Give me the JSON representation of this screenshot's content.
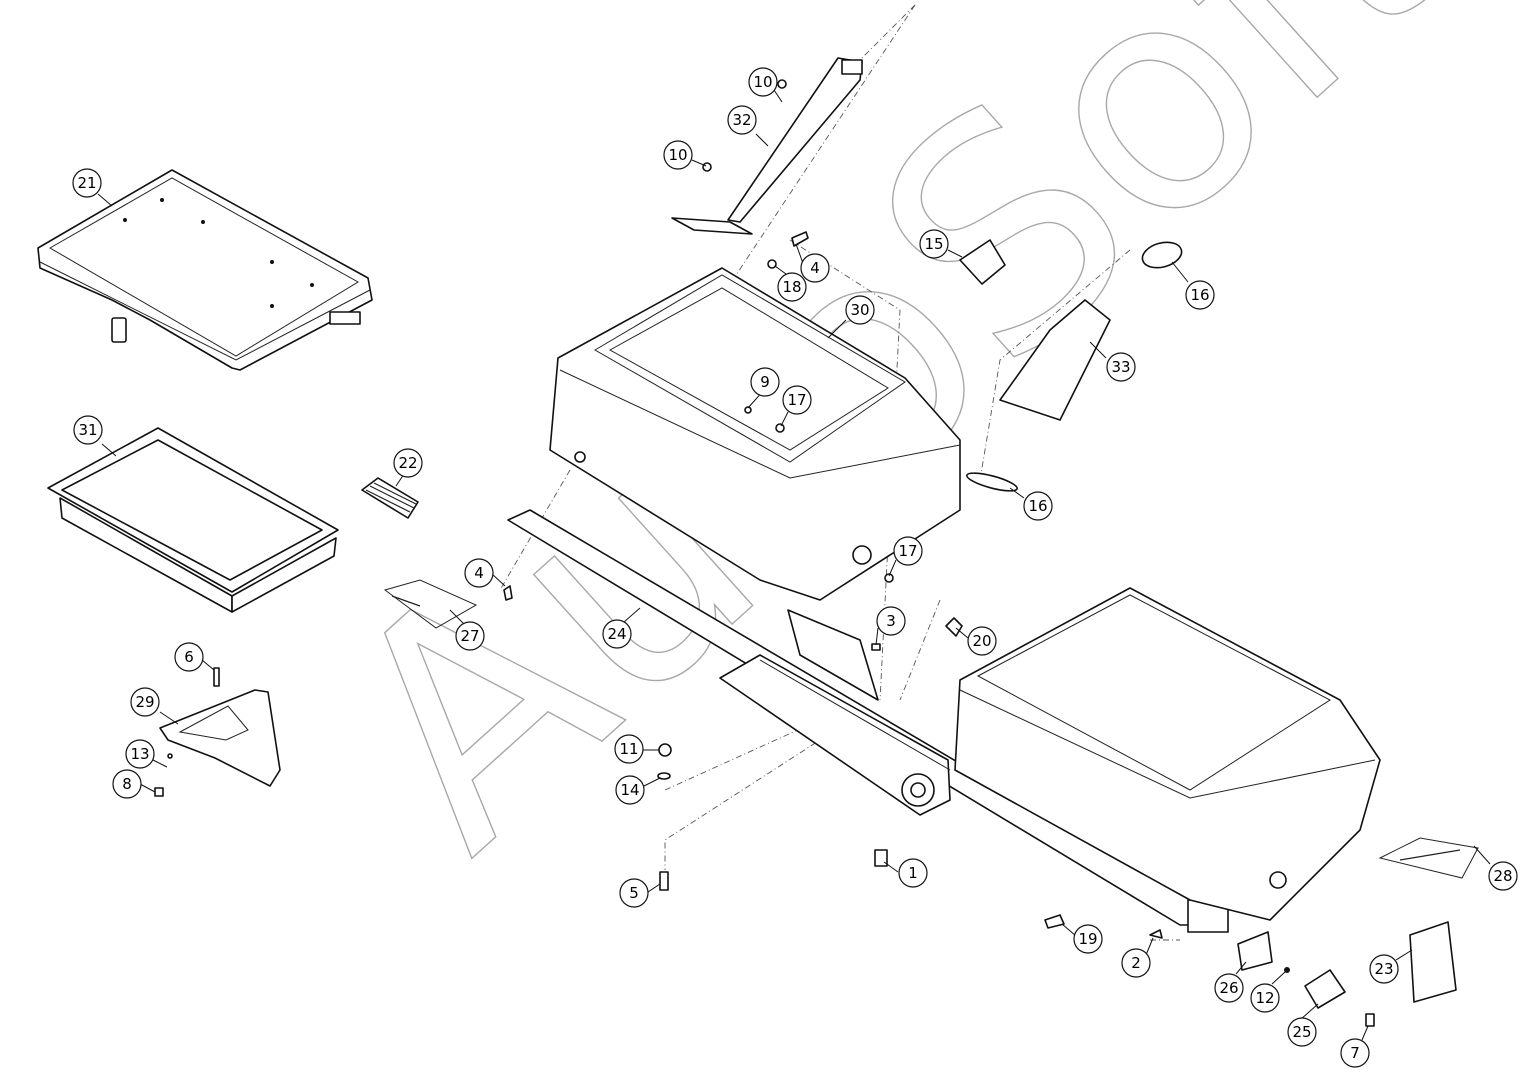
{
  "watermark": "AutoSoft",
  "callouts": [
    {
      "id": "c1",
      "label": "1"
    },
    {
      "id": "c2",
      "label": "2"
    },
    {
      "id": "c3",
      "label": "3"
    },
    {
      "id": "c4a",
      "label": "4"
    },
    {
      "id": "c4b",
      "label": "4"
    },
    {
      "id": "c5",
      "label": "5"
    },
    {
      "id": "c6",
      "label": "6"
    },
    {
      "id": "c7",
      "label": "7"
    },
    {
      "id": "c8",
      "label": "8"
    },
    {
      "id": "c9",
      "label": "9"
    },
    {
      "id": "c10a",
      "label": "10"
    },
    {
      "id": "c10b",
      "label": "10"
    },
    {
      "id": "c11",
      "label": "11"
    },
    {
      "id": "c12",
      "label": "12"
    },
    {
      "id": "c13",
      "label": "13"
    },
    {
      "id": "c14",
      "label": "14"
    },
    {
      "id": "c15",
      "label": "15"
    },
    {
      "id": "c16a",
      "label": "16"
    },
    {
      "id": "c16b",
      "label": "16"
    },
    {
      "id": "c17a",
      "label": "17"
    },
    {
      "id": "c17b",
      "label": "17"
    },
    {
      "id": "c18",
      "label": "18"
    },
    {
      "id": "c19",
      "label": "19"
    },
    {
      "id": "c20",
      "label": "20"
    },
    {
      "id": "c21",
      "label": "21"
    },
    {
      "id": "c22",
      "label": "22"
    },
    {
      "id": "c23",
      "label": "23"
    },
    {
      "id": "c24",
      "label": "24"
    },
    {
      "id": "c25",
      "label": "25"
    },
    {
      "id": "c26",
      "label": "26"
    },
    {
      "id": "c27",
      "label": "27"
    },
    {
      "id": "c28",
      "label": "28"
    },
    {
      "id": "c29",
      "label": "29"
    },
    {
      "id": "c30",
      "label": "30"
    },
    {
      "id": "c31",
      "label": "31"
    },
    {
      "id": "c32",
      "label": "32"
    },
    {
      "id": "c33",
      "label": "33"
    }
  ]
}
